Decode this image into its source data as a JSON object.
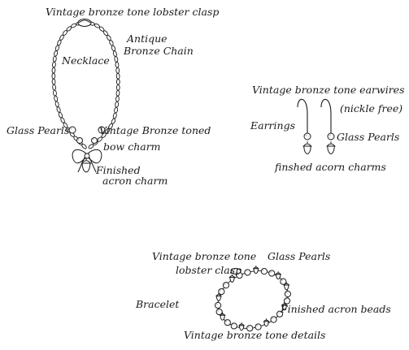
{
  "necklace": {
    "clasp": "Vintage bronze tone lobster clasp",
    "chain_line1": "Antique",
    "chain_line2": "Bronze Chain",
    "name": "Necklace",
    "pearls": "Glass Pearls",
    "bow_line1": "Vintage Bronze toned",
    "bow_line2": "bow charm",
    "acorn_line1": "Finished",
    "acorn_line2": "acron charm"
  },
  "earrings": {
    "earwires": "Vintage bronze tone earwires",
    "nickle": "(nickle free)",
    "name": "Earrings",
    "pearls": "Glass Pearls",
    "charms": "finshed acorn charms"
  },
  "bracelet": {
    "clasp_line1": "Vintage bronze tone",
    "clasp_line2": "lobster clasp",
    "pearls": "Glass Pearls",
    "name": "Bracelet",
    "beads": "Finished acron beads",
    "details": "Vintage bronze tone details"
  },
  "colors": {
    "ink": "#1a1a1a",
    "shade": "#9a9a9a",
    "background": "#ffffff"
  }
}
